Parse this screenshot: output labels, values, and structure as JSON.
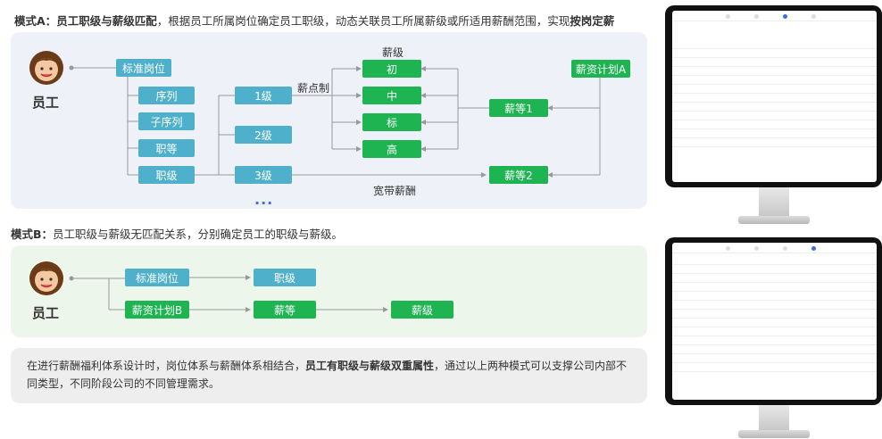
{
  "mode_a": {
    "title_prefix": "模式A：",
    "title_bold": "员工职级与薪级匹配",
    "title_text": "，根据员工所属岗位确定员工职级，动态关联员工所属薪级或所适用薪酬范围，实现",
    "title_bold2": "按岗定薪",
    "employee_label": "员工",
    "standard_position": "标准岗位",
    "sequence": "序列",
    "sub_sequence": "子序列",
    "job_grade": "职等",
    "job_level": "职级",
    "levels": [
      "1级",
      "2级",
      "3级"
    ],
    "ellipsis": "...",
    "salary_point_system": "薪点制",
    "salary_level_title": "薪级",
    "salary_levels": [
      "初",
      "中",
      "标",
      "高"
    ],
    "salary_grade_1": "薪等1",
    "salary_grade_2": "薪等2",
    "salary_plan_a": "薪资计划A",
    "broadband": "宽带薪酬"
  },
  "mode_b": {
    "title_prefix": "模式B：",
    "title_text": "员工职级与薪级无匹配关系，分别确定员工的职级与薪级。",
    "employee_label": "员工",
    "standard_position": "标准岗位",
    "job_level": "职级",
    "salary_plan_b": "薪资计划B",
    "salary_grade": "薪等",
    "salary_level": "薪级"
  },
  "summary": {
    "text_1": "在进行薪酬福利体系设计时，岗位体系与薪酬体系相结合，",
    "text_bold": "员工有职级与薪级双重属性",
    "text_2": "，通过以上两种模式可以支撑公司内部不同类型，不同阶段公司的不同管理需求。"
  },
  "colors": {
    "blue": "#4fb0cc",
    "green": "#1db451",
    "panel_a": "#eef1f7",
    "panel_b": "#edf6ea",
    "panel_c": "#eeeeee"
  }
}
